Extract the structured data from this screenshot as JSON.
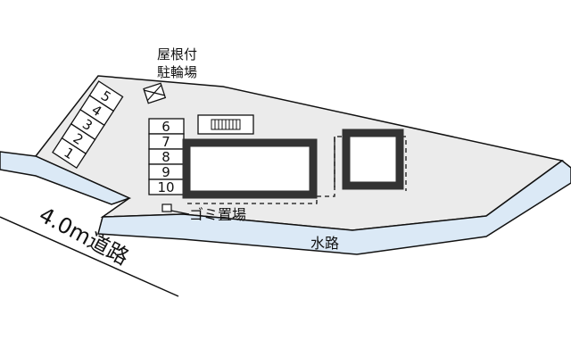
{
  "labels": {
    "bike_shelter_line1": "屋根付",
    "bike_shelter_line2": "駐輪場",
    "garbage": "ゴミ置場",
    "waterway": "水路",
    "road": "4.0m道路"
  },
  "parking_left": [
    "1",
    "2",
    "3",
    "4",
    "5"
  ],
  "parking_right": [
    "6",
    "7",
    "8",
    "9",
    "10"
  ],
  "colors": {
    "site_fill": "#ebebeb",
    "water_fill": "#dbe9f6",
    "building_outline": "#333333",
    "line": "#111111"
  }
}
